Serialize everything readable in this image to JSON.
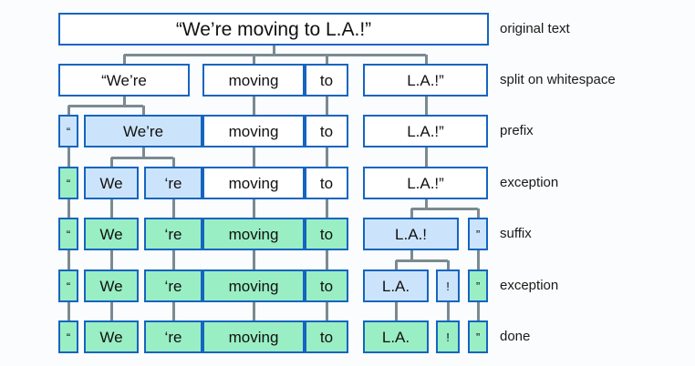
{
  "diagram": {
    "title_row": {
      "label": "original text",
      "text": "“We’re moving to L.A.!”"
    },
    "colors": {
      "border": "#1565c0",
      "fill_white": "#ffffff",
      "fill_blue": "#cce4fb",
      "fill_green": "#9aeec4",
      "connector": "#7b8a91",
      "background": "#fbfcfd",
      "text": "#111111"
    },
    "stage_labels": [
      "original text",
      "split on whitespace",
      "prefix",
      "exception",
      "suffix",
      "exception",
      "done"
    ],
    "rows": [
      {
        "label": "original text",
        "tokens": [
          {
            "text": "“We’re moving to L.A.!”",
            "state": "white"
          }
        ]
      },
      {
        "label": "split on whitespace",
        "tokens": [
          {
            "text": "“We’re",
            "state": "white"
          },
          {
            "text": "moving",
            "state": "white"
          },
          {
            "text": "to",
            "state": "white"
          },
          {
            "text": "L.A.!”",
            "state": "white"
          }
        ]
      },
      {
        "label": "prefix",
        "tokens": [
          {
            "text": "“",
            "state": "blue"
          },
          {
            "text": "We’re",
            "state": "blue"
          },
          {
            "text": "moving",
            "state": "white"
          },
          {
            "text": "to",
            "state": "white"
          },
          {
            "text": "L.A.!”",
            "state": "white"
          }
        ]
      },
      {
        "label": "exception",
        "tokens": [
          {
            "text": "“",
            "state": "green"
          },
          {
            "text": "We",
            "state": "blue"
          },
          {
            "text": "‘re",
            "state": "blue"
          },
          {
            "text": "moving",
            "state": "white"
          },
          {
            "text": "to",
            "state": "white"
          },
          {
            "text": "L.A.!”",
            "state": "white"
          }
        ]
      },
      {
        "label": "suffix",
        "tokens": [
          {
            "text": "“",
            "state": "green"
          },
          {
            "text": "We",
            "state": "green"
          },
          {
            "text": "‘re",
            "state": "green"
          },
          {
            "text": "moving",
            "state": "green"
          },
          {
            "text": "to",
            "state": "green"
          },
          {
            "text": "L.A.!",
            "state": "blue"
          },
          {
            "text": "”",
            "state": "blue"
          }
        ]
      },
      {
        "label": "exception",
        "tokens": [
          {
            "text": "“",
            "state": "green"
          },
          {
            "text": "We",
            "state": "green"
          },
          {
            "text": "‘re",
            "state": "green"
          },
          {
            "text": "moving",
            "state": "green"
          },
          {
            "text": "to",
            "state": "green"
          },
          {
            "text": "L.A.",
            "state": "blue"
          },
          {
            "text": "!",
            "state": "blue"
          },
          {
            "text": "”",
            "state": "green"
          }
        ]
      },
      {
        "label": "done",
        "tokens": [
          {
            "text": "“",
            "state": "green"
          },
          {
            "text": "We",
            "state": "green"
          },
          {
            "text": "‘re",
            "state": "green"
          },
          {
            "text": "moving",
            "state": "green"
          },
          {
            "text": "to",
            "state": "green"
          },
          {
            "text": "L.A.",
            "state": "green"
          },
          {
            "text": "!",
            "state": "green"
          },
          {
            "text": "”",
            "state": "green"
          }
        ]
      }
    ]
  }
}
